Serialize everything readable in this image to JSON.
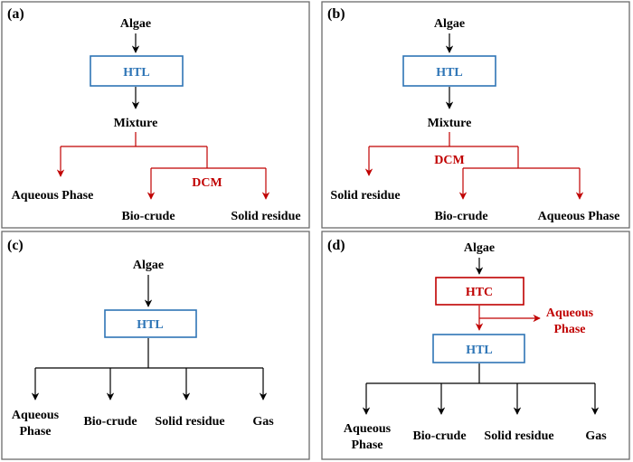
{
  "colors": {
    "black": "#000000",
    "red": "#c00000",
    "blue_box": "#2e75b6",
    "blue_text": "#2e75b6",
    "red_box": "#c00000",
    "frame": "#6b6b6b"
  },
  "panels": {
    "a": {
      "label": "(a)",
      "algae": "Algae",
      "process": "HTL",
      "mixture": "Mixture",
      "solvent": "DCM",
      "aqueous": "Aqueous Phase",
      "biocrude": "Bio-crude",
      "residue": "Solid residue"
    },
    "b": {
      "label": "(b)",
      "algae": "Algae",
      "process": "HTL",
      "mixture": "Mixture",
      "solvent": "DCM",
      "residue": "Solid residue",
      "biocrude": "Bio-crude",
      "aqueous": "Aqueous Phase"
    },
    "c": {
      "label": "(c)",
      "algae": "Algae",
      "process": "HTL",
      "aqueous_line1": "Aqueous",
      "aqueous_line2": "Phase",
      "biocrude": "Bio-crude",
      "residue": "Solid residue",
      "gas": "Gas"
    },
    "d": {
      "label": "(d)",
      "algae": "Algae",
      "pre_process": "HTC",
      "aqueous_side_line1": "Aqueous",
      "aqueous_side_line2": "Phase",
      "process": "HTL",
      "aqueous_line1": "Aqueous",
      "aqueous_line2": "Phase",
      "biocrude": "Bio-crude",
      "residue": "Solid residue",
      "gas": "Gas"
    }
  }
}
